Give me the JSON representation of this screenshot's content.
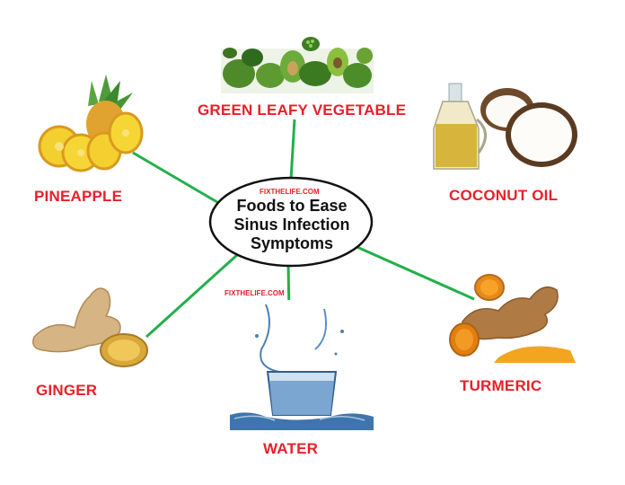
{
  "center": {
    "watermark": "FIXTHELIFE.COM",
    "line1": "Foods to Ease",
    "line2": "Sinus Infection",
    "line3": "Symptoms"
  },
  "watermark_water": "FIXTHELIFE.COM",
  "foods": {
    "green": "GREEN LEAFY VEGETABLE",
    "pineapple": "PINEAPPLE",
    "coconut": "COCONUT OIL",
    "ginger": "GINGER",
    "water": "WATER",
    "turmeric": "TURMERIC"
  },
  "colors": {
    "label": "#e8202a",
    "connector": "#22b04a"
  }
}
